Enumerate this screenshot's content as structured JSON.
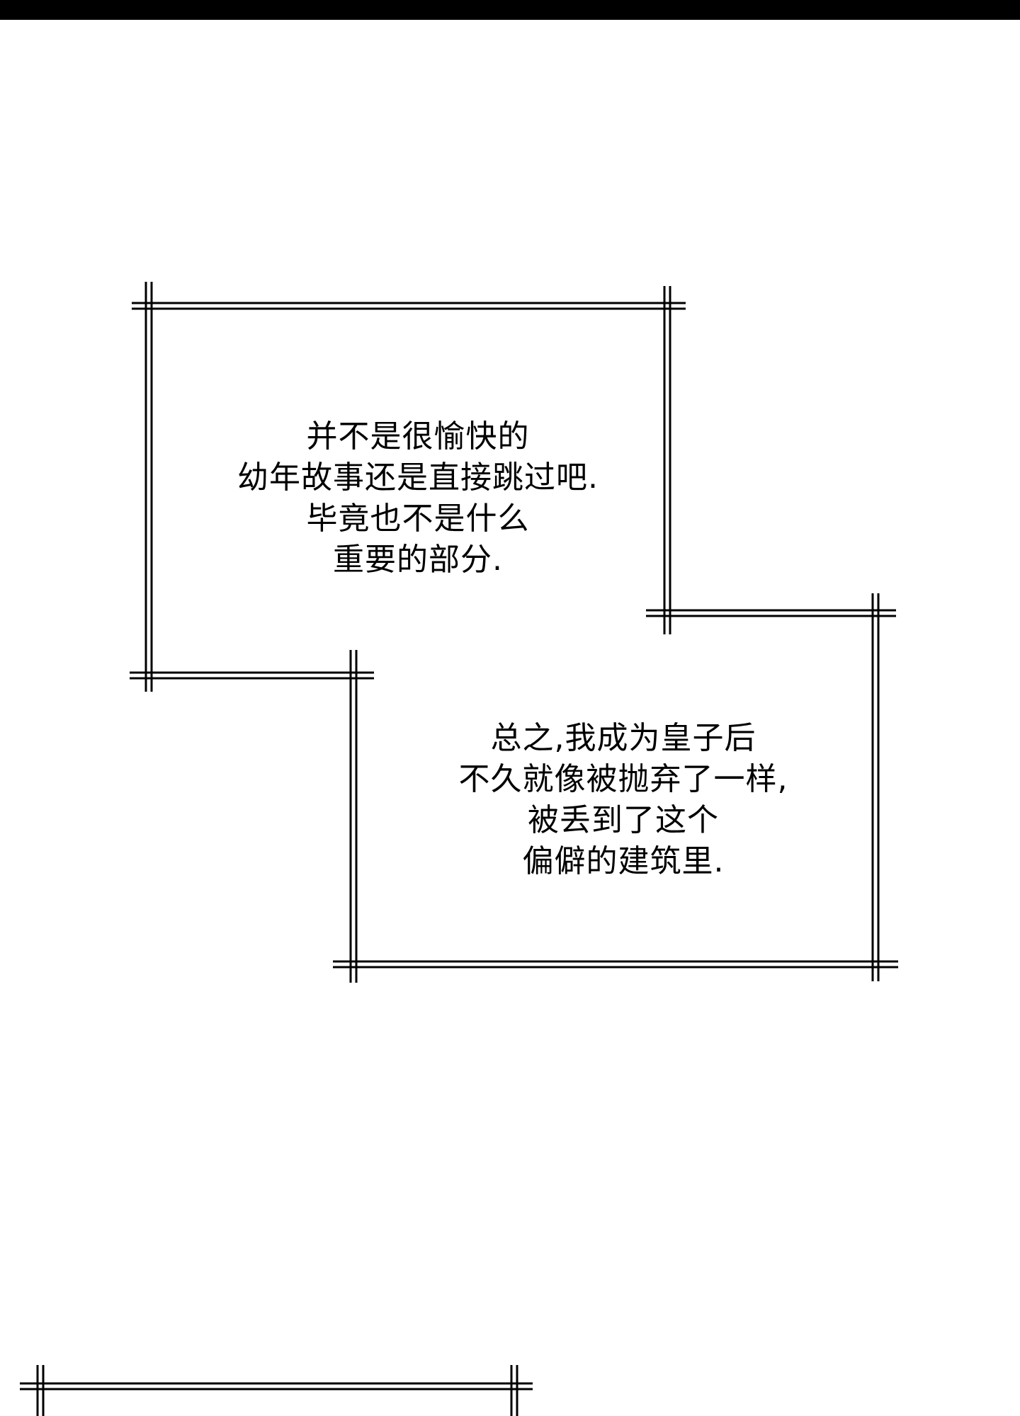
{
  "caption_1": {
    "lines": [
      "并不是很愉快的",
      "幼年故事还是直接跳过吧.",
      "毕竟也不是什么",
      "重要的部分."
    ]
  },
  "caption_2": {
    "lines": [
      "总之,我成为皇子后",
      "不久就像被抛弃了一样,",
      "被丢到了这个",
      "偏僻的建筑里."
    ]
  },
  "colors": {
    "background": "#ffffff",
    "ink": "#000000"
  }
}
